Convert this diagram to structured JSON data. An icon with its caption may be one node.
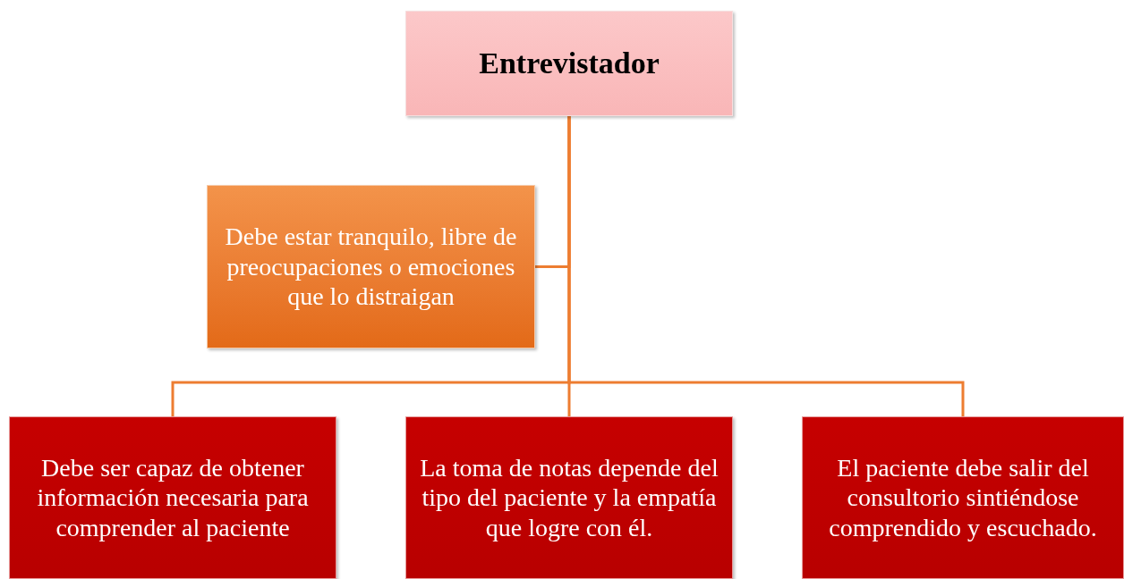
{
  "diagram": {
    "nodes": [
      {
        "text": [
          "Entrevistador"
        ]
      },
      {
        "text": [
          "Debe estar tranquilo, libre de preocupaciones o emociones que lo distraigan"
        ]
      },
      {
        "text": [
          "Debe ser capaz de obtener información necesaria para comprender al paciente"
        ]
      },
      {
        "text": [
          "La toma de notas depende del tipo del paciente y la empatía que logre con él."
        ]
      },
      {
        "text": [
          "El paciente debe salir del consultorio sintiéndose comprendido y escuchado."
        ]
      }
    ],
    "edges": [
      {
        "from": 0,
        "to": 1,
        "arrow": "none"
      },
      {
        "from": 0,
        "to": 2,
        "arrow": "none"
      },
      {
        "from": 0,
        "to": 3,
        "arrow": "none"
      },
      {
        "from": 0,
        "to": 4,
        "arrow": "none"
      }
    ]
  }
}
